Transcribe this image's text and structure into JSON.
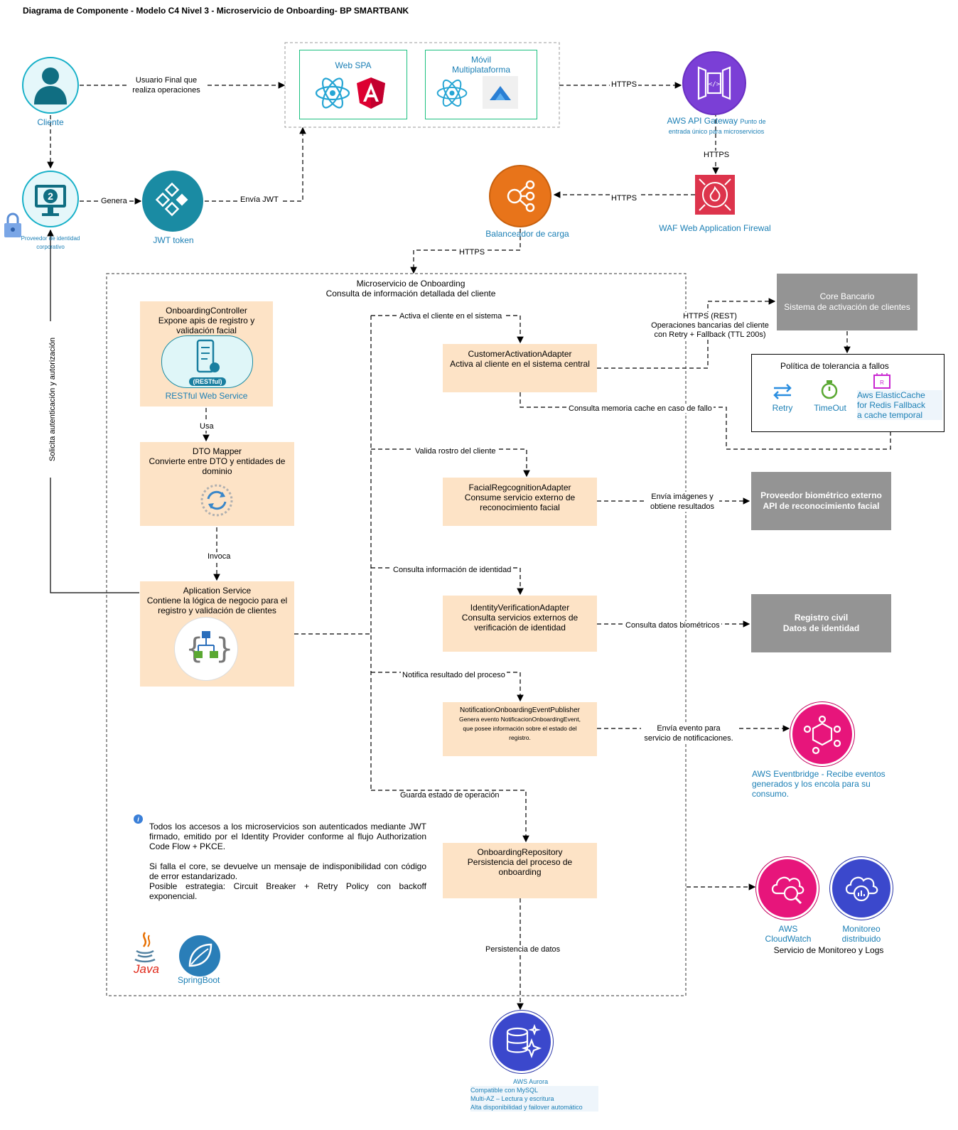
{
  "title": "Diagrama de Componente - Modelo C4 Nivel 3 - Microservicio de Onboarding- BP SMARTBANK",
  "actors": {
    "cliente": "Cliente",
    "idp": "Proveedor de identidad corporativo",
    "jwt": "JWT token"
  },
  "frontends": {
    "web": "Web SPA",
    "mobile_line1": "Móvil",
    "mobile_line2": "Multiplataforma"
  },
  "edges": {
    "usuario_final_1": "Usuario Final que",
    "usuario_final_2": "realiza operaciones",
    "https": "HTTPS",
    "genera": "Genera",
    "envia_jwt": "Envía JWT",
    "solicita_auth": "Solicita autenticación y autorización",
    "usa": "Usa",
    "invoca": "Invoca",
    "activa_cliente": "Activa el cliente en el sistema",
    "valida_rostro": "Valida rostro del cliente",
    "consulta_identidad": "Consulta información de identidad",
    "notifica": "Notifica resultado del proceso",
    "guarda_estado": "Guarda estado de operación",
    "persistencia": "Persistencia de datos",
    "https_rest_1": "HTTPS (REST)",
    "https_rest_2": "Operaciones bancarias del cliente",
    "https_rest_3": "con Retry + Fallback (TTL 200s)",
    "cache_fallo": "Consulta memoria cache en caso de fallo",
    "envia_imagenes_1": "Envía imágenes y",
    "envia_imagenes_2": "obtiene resultados",
    "consulta_biometricos": "Consulta datos biométricos",
    "envia_evento_1": "Envía evento para",
    "envia_evento_2": "servicio de notificaciones."
  },
  "aws": {
    "api_gateway": "AWS API Gateway",
    "api_gateway_desc_1": "Punto de",
    "api_gateway_desc_2": "entrada único para microservicios",
    "waf": "WAF Web Application Firewal",
    "lb": "Balanceador de carga",
    "eventbridge_1": "AWS Eventbridge - Recibe eventos",
    "eventbridge_2": "generados y los encola para su",
    "eventbridge_3": "consumo.",
    "cloudwatch_1": "AWS",
    "cloudwatch_2": "CloudWatch",
    "monitoreo_1": "Monitoreo",
    "monitoreo_2": "distribuido",
    "monitoreo_group": "Servicio de Monitoreo y Logs",
    "aurora_1": "AWS Aurora",
    "aurora_2": "Compatible con MySQL",
    "aurora_3": "Multi-AZ – Lectura y escritura",
    "aurora_4": "Alta disponibilidad y failover automático"
  },
  "boundary": {
    "title_1": "Microservicio de Onboarding",
    "title_2": "Consulta de información detallada del cliente"
  },
  "components": {
    "controller": [
      "OnboardingController",
      "Expone apis de registro y",
      "validación facial"
    ],
    "restful_badge": "(RESTful)",
    "restful_label": "RESTful Web Service",
    "mapper": [
      "DTO Mapper",
      "Convierte entre DTO y entidades de",
      "dominio"
    ],
    "service": [
      "Aplication Service",
      "Contiene la lógica de negocio para el",
      "registro y validación de clientes"
    ],
    "activation": [
      "CustomerActivationAdapter",
      "Activa al cliente en el sistema central"
    ],
    "facial": [
      "FacialRegcognitionAdapter",
      "Consume servicio externo de",
      "reconocimiento facial"
    ],
    "identity": [
      "IdentityVerificationAdapter",
      "Consulta servicios externos de",
      "verificación de identidad"
    ],
    "publisher": [
      "NotificationOnboardingEventPublisher",
      "Genera evento NotificacionOnboardingEvent,",
      "que posee información sobre el estado del",
      "registro."
    ],
    "repository": [
      "OnboardingRepository",
      "Persistencia del proceso de onboarding"
    ]
  },
  "external": {
    "core_1": "Core Bancario",
    "core_2": "Sistema de activación de clientes",
    "bio_1": "Proveedor biométrico externo",
    "bio_2": "API de reconocimiento facial",
    "registro_1": "Registro civil",
    "registro_2": "Datos de identidad"
  },
  "fault": {
    "title": "Política de tolerancia a fallos",
    "retry": "Retry",
    "timeout": "TimeOut",
    "cache_1": "Aws ElasticCache",
    "cache_2": "for Redis Fallback",
    "cache_3": "a cache temporal"
  },
  "note": {
    "p1": "Todos los accesos a los microservicios son autenticados mediante JWT firmado, emitido por el Identity Provider conforme al flujo Authorization Code Flow + PKCE.",
    "p2": "Si falla el core, se devuelve un mensaje de indisponibilidad con código de error estandarizado.",
    "p3": "Posible estrategia: Circuit Breaker + Retry Policy con backoff exponencial."
  },
  "tech": {
    "java": "Java",
    "spring": "SpringBoot"
  },
  "colors": {
    "component_bg": "#fde3c6",
    "external_bg": "#949494",
    "teal": "#1b7fb5",
    "api_gateway": "#7b3fd6",
    "waf": "#dd344c",
    "lb": "#e8741a",
    "eventbridge": "#e7157b",
    "cloudwatch": "#e7157b",
    "aurora": "#3b48cc"
  }
}
